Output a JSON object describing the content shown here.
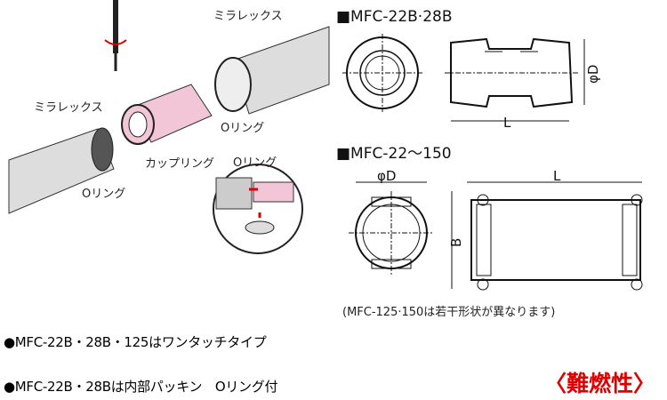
{
  "left_illustration": {
    "label_miralex_top": "ミラレックス",
    "label_miralex_left": "ミラレックス",
    "label_oring_right": "Oリング",
    "label_coupling": "カップリング",
    "label_oring_left": "Oリング",
    "label_oring_inset": "Oリング"
  },
  "section1": {
    "heading": "■MFC-22B·28B",
    "dim_diameter": "φD",
    "dim_length": "L"
  },
  "section2": {
    "heading": "■MFC-22～150",
    "dim_diameter": "φD",
    "dim_length": "L",
    "dim_height": "B",
    "note": "(MFC-125·150は若干形状が異なります)"
  },
  "notes": [
    "●MFC-22B・28B・125はワンタッチタイプ",
    "●MFC-22B・28Bは内部パッキン　Oリング付"
  ],
  "badge": "〈難燃性〉",
  "colors": {
    "coupling": "#f2c6d6",
    "badge": "#e00000"
  }
}
